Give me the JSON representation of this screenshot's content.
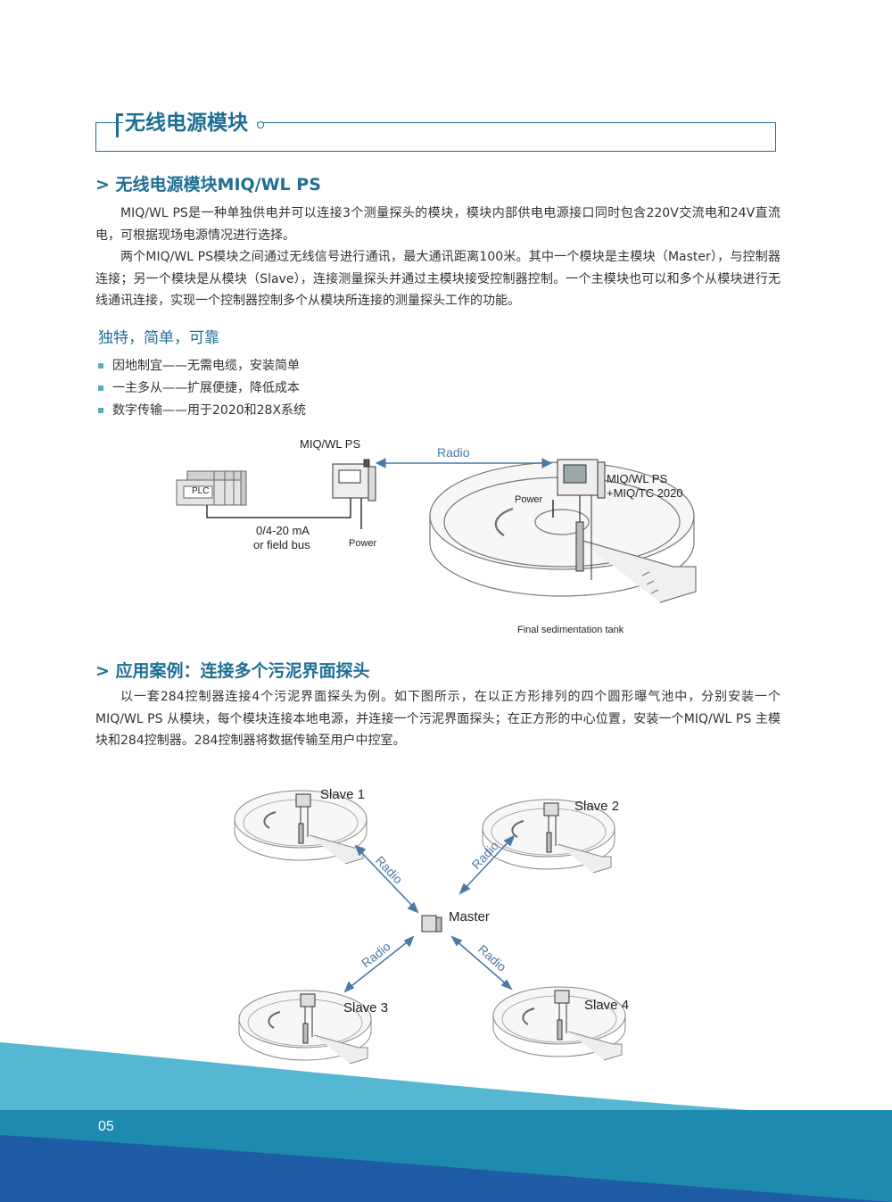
{
  "header": {
    "title": "无线电源模块"
  },
  "section1": {
    "heading": "> 无线电源模块MIQ/WL PS",
    "paragraphs": [
      "MIQ/WL PS是一种单独供电并可以连接3个测量探头的模块，模块内部供电电源接口同时包含220V交流电和24V直流电，可根据现场电源情况进行选择。",
      "两个MIQ/WL PS模块之间通过无线信号进行通讯，最大通讯距离100米。其中一个模块是主模块（Master），与控制器连接；另一个模块是从模块（Slave），连接测量探头并通过主模块接受控制器控制。一个主模块也可以和多个从模块进行无线通讯连接，实现一个控制器控制多个从模块所连接的测量探头工作的功能。"
    ],
    "subheading": "独特，简单，可靠",
    "bullets": [
      "因地制宜——无需电缆，安装简单",
      "一主多从——扩展便捷，降低成本",
      "数字传输——用于2020和28X系统"
    ]
  },
  "diagram1": {
    "plc": "PLC",
    "module": "MIQ/WL PS",
    "radio": "Radio",
    "remote_line1": "MIQ/WL PS",
    "remote_line2": "+MIQ/TC 2020",
    "power_left": "Power",
    "power_right": "Power",
    "signal_line1": "0/4-20 mA",
    "signal_line2": "or field bus",
    "tank": "Final sedimentation tank"
  },
  "section2": {
    "heading": "> 应用案例：连接多个污泥界面探头",
    "paragraph": "以一套284控制器连接4个污泥界面探头为例。如下图所示，在以正方形排列的四个圆形曝气池中，分别安装一个 MIQ/WL PS 从模块，每个模块连接本地电源，并连接一个污泥界面探头；在正方形的中心位置，安装一个MIQ/WL PS 主模块和284控制器。284控制器将数据传输至用户中控室。"
  },
  "diagram2": {
    "slave1": "Slave 1",
    "slave2": "Slave 2",
    "slave3": "Slave 3",
    "slave4": "Slave 4",
    "master": "Master",
    "radio": "Radio"
  },
  "footer": {
    "page": "05"
  },
  "colors": {
    "accent": "#1f6f95",
    "wave_light": "#4fb4cf",
    "wave_dark": "#1e5da6"
  }
}
